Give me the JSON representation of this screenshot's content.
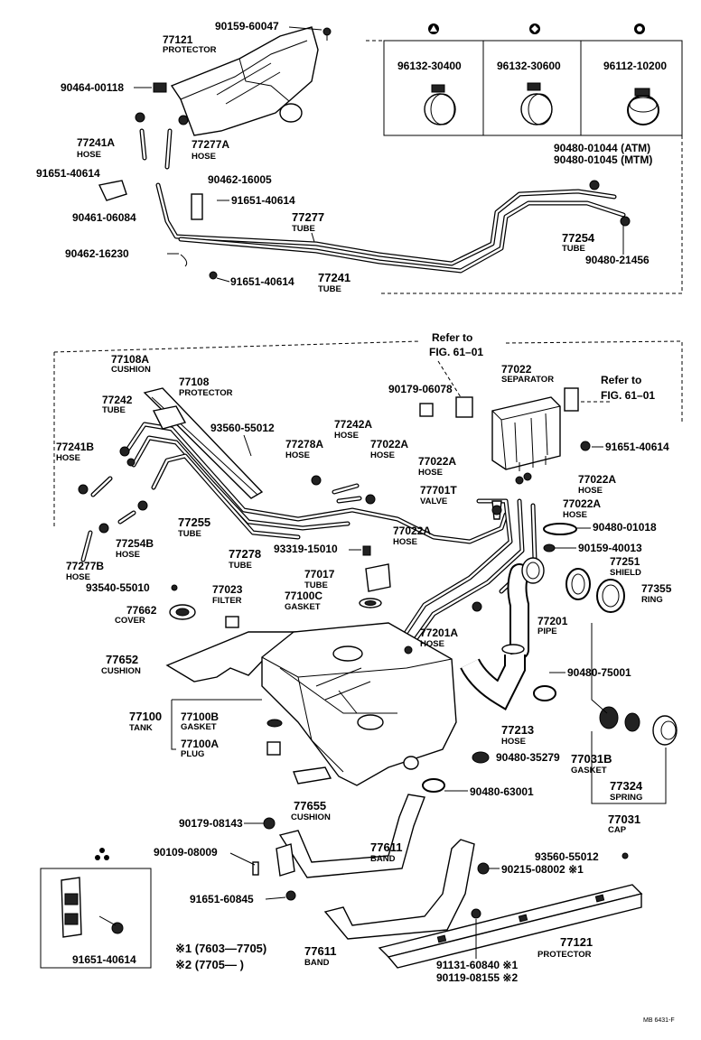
{
  "labels": {
    "l_90159_60047": "90159-60047",
    "l_77121_top": "77121",
    "l_protector_top": "PROTECTOR",
    "l_90464_00118": "90464-00118",
    "l_77241a": "77241A",
    "l_77241a_hose": "HOSE",
    "l_77277a": "77277A",
    "l_77277a_hose": "HOSE",
    "l_91651_40614_a": "91651-40614",
    "l_90462_16005": "90462-16005",
    "l_91651_40614_b": "91651-40614",
    "l_90461_06084": "90461-06084",
    "l_77277": "77277",
    "l_77277_tube": "TUBE",
    "l_90462_16230": "90462-16230",
    "l_91651_40614_c": "91651-40614",
    "l_77241": "77241",
    "l_77241_tube": "TUBE",
    "l_77254": "77254",
    "l_77254_tube": "TUBE",
    "l_90480_01044": "90480-01044 (ATM)",
    "l_90480_01045": "90480-01045 (MTM)",
    "l_90480_21456": "90480-21456",
    "clamp_col1": "96132-30400",
    "clamp_col2": "96132-30600",
    "clamp_col3": "96112-10200",
    "l_refer1_a": "Refer to",
    "l_refer1_b": "FIG. 61–01",
    "l_refer2_a": "Refer to",
    "l_refer2_b": "FIG. 61–01",
    "l_77108a": "77108A",
    "l_77108a_cushion": "CUSHION",
    "l_77108": "77108",
    "l_77108_protector": "PROTECTOR",
    "l_77242": "77242",
    "l_77242_tube": "TUBE",
    "l_93560_55012_a": "93560-55012",
    "l_77242a": "77242A",
    "l_77242a_hose": "HOSE",
    "l_77278a": "77278A",
    "l_77278a_hose": "HOSE",
    "l_77241b": "77241B",
    "l_77241b_hose": "HOSE",
    "l_90179_06078": "90179-06078",
    "l_77022": "77022",
    "l_77022_sep": "SEPARATOR",
    "l_91651_40614_d": "91651-40614",
    "l_77022a_1": "77022A",
    "l_77022a_1_hose": "HOSE",
    "l_77022a_2": "77022A",
    "l_77022a_2_hose": "HOSE",
    "l_77022a_3": "77022A",
    "l_77022a_3_hose": "HOSE",
    "l_77022a_4": "77022A",
    "l_77022a_4_hose": "HOSE",
    "l_77701t": "77701T",
    "l_77701t_valve": "VALVE",
    "l_90480_01018": "90480-01018",
    "l_90159_40013": "90159-40013",
    "l_77255": "77255",
    "l_77255_tube": "TUBE",
    "l_77254b": "77254B",
    "l_77254b_hose": "HOSE",
    "l_77278": "77278",
    "l_77278_tube": "TUBE",
    "l_77277b": "77277B",
    "l_77277b_hose": "HOSE",
    "l_93319_15010": "93319-15010",
    "l_77022a_5": "77022A",
    "l_77022a_5_hose": "HOSE",
    "l_77251": "77251",
    "l_77251_shield": "SHIELD",
    "l_77355": "77355",
    "l_77355_ring": "RING",
    "l_93540_55010": "93540-55010",
    "l_77023": "77023",
    "l_77023_filter": "FILTER",
    "l_77017": "77017",
    "l_77017_tube": "TUBE",
    "l_77100c": "77100C",
    "l_77100c_gasket": "GASKET",
    "l_77662": "77662",
    "l_77662_cover": "COVER",
    "l_77201": "77201",
    "l_77201_pipe": "PIPE",
    "l_77201a": "77201A",
    "l_77201a_hose": "HOSE",
    "l_77652": "77652",
    "l_77652_cushion": "CUSHION",
    "l_90480_75001": "90480-75001",
    "l_77100": "77100",
    "l_77100_tank": "TANK",
    "l_77100b": "77100B",
    "l_77100b_gasket": "GASKET",
    "l_77100a": "77100A",
    "l_77100a_plug": "PLUG",
    "l_77213": "77213",
    "l_77213_hose": "HOSE",
    "l_90480_35279": "90480-35279",
    "l_77031b": "77031B",
    "l_77031b_gasket": "GASKET",
    "l_90480_63001": "90480-63001",
    "l_77324": "77324",
    "l_77324_spring": "SPRING",
    "l_77031": "77031",
    "l_77031_cap": "CAP",
    "l_77655": "77655",
    "l_77655_cushion": "CUSHION",
    "l_90179_08143": "90179-08143",
    "l_90109_08009": "90109-08009",
    "l_77611_1": "77611",
    "l_77611_1_band": "BAND",
    "l_93560_55012_b": "93560-55012",
    "l_90215_08002": "90215-08002 ※1",
    "l_91651_60845": "91651-60845",
    "l_91651_40614_e": "91651-40614",
    "l_77611_2": "77611",
    "l_77611_2_band": "BAND",
    "l_note1": "※1 (7603—7705)",
    "l_note2": "※2 (7705—        )",
    "l_77121_bot": "77121",
    "l_protector_bot": "PROTECTOR",
    "l_91131_60840": "91131-60840  ※1",
    "l_90119_08155": "90119-08155  ※2",
    "l_figcode": "MB 6431-F"
  }
}
